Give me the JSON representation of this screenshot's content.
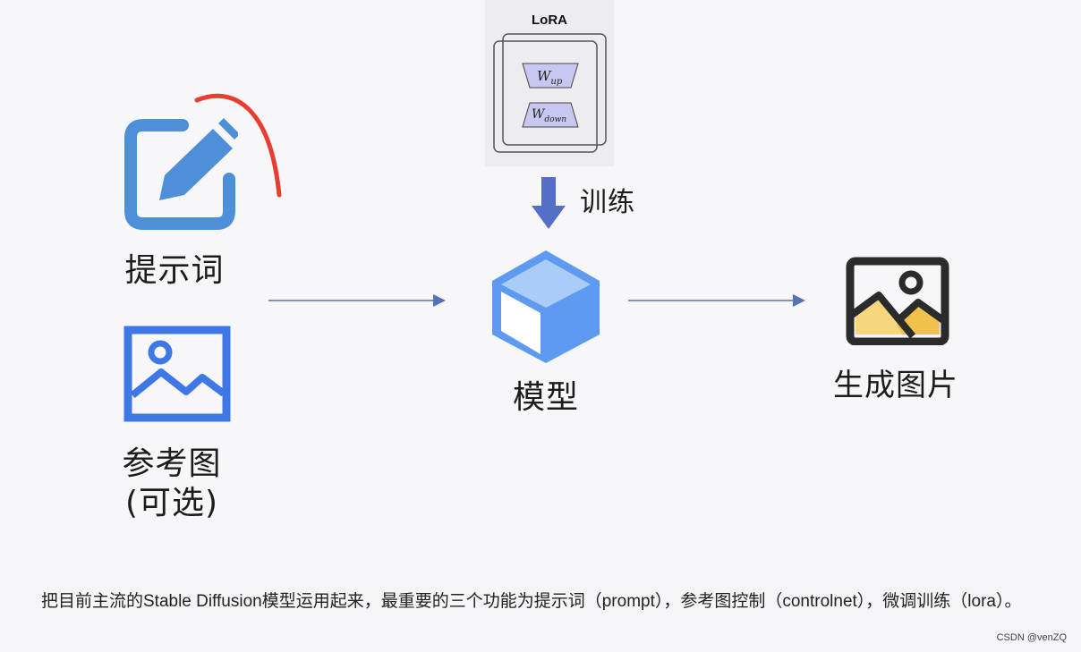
{
  "diagram": {
    "lora_title": "LoRA",
    "lora_w_up": {
      "base": "W",
      "sub": "up"
    },
    "lora_w_down": {
      "base": "W",
      "sub": "down"
    },
    "train_label": "训练",
    "prompt_label": "提示词",
    "reference_label_line1": "参考图",
    "reference_label_line2": "(可选)",
    "model_label": "模型",
    "output_label": "生成图片"
  },
  "caption": {
    "text": "把目前主流的Stable Diffusion模型运用起来，最重要的三个功能为提示词（prompt），参考图控制（controlnet），微调训练（lora）。"
  },
  "watermark": {
    "text": "CSDN @venZQ"
  },
  "colors": {
    "prompt_icon": "#4d8fd9",
    "reference_icon": "#3f78e6",
    "model_cube_light": "#a9cdf7",
    "model_cube_dark": "#5e9bf0",
    "arrow": "#5671b5",
    "train_arrow": "#5470c6",
    "lora_fill": "#c7c7ef",
    "output_icon_stroke": "#2b2b2b",
    "output_icon_fill": "#f0c24d",
    "red_stroke": "#e8281c"
  },
  "icons": {
    "prompt": "edit-pencil-icon",
    "reference": "image-icon",
    "model": "cube-icon",
    "output": "picture-icon"
  }
}
